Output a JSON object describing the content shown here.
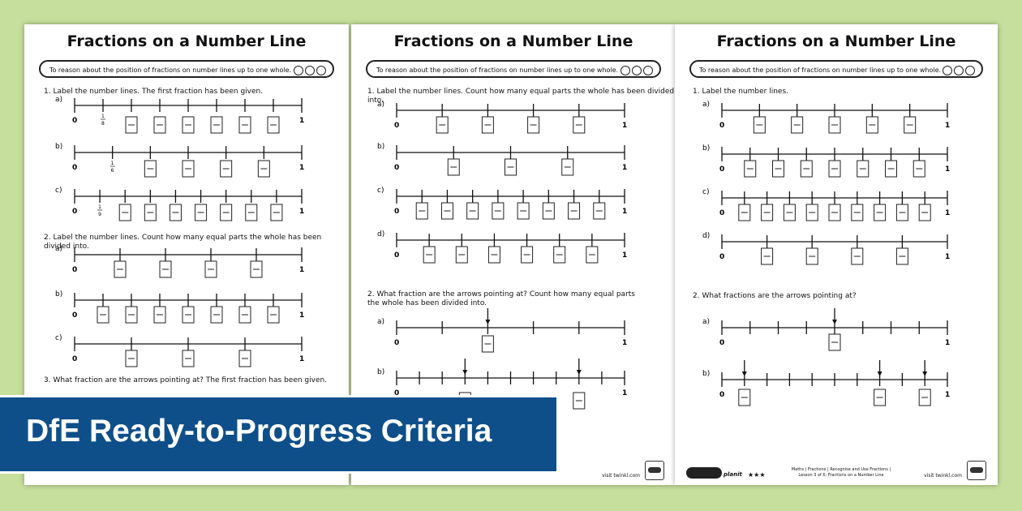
{
  "sheet1": {
    "title": "Fractions on a Number Line",
    "objective": "To reason about the position of fractions on number lines up to one whole.",
    "q1": "1.  Label the number lines. The first fraction has been given.",
    "q2": "2.  Label the number lines. Count how many equal parts the whole has been divided into.",
    "q3": "3.  What fraction are the arrows pointing at? The first fraction has been given.",
    "labels": [
      "a)",
      "b)",
      "c)"
    ],
    "zero": "0",
    "one": "1",
    "given": [
      "1",
      "8",
      "1",
      "6",
      "1",
      "9"
    ]
  },
  "sheet2": {
    "title": "Fractions on a Number Line",
    "objective": "To reason about the position of fractions on number lines up to one whole.",
    "q1": "1.  Label the number lines. Count how many equal parts the whole has been divided into.",
    "q2": "2.  What fraction are the arrows pointing at? Count how many equal parts the whole has been divided into.",
    "labels": [
      "a)",
      "b)",
      "c)",
      "d)"
    ],
    "zero": "0",
    "one": "1",
    "footer_url": "visit twinkl.com"
  },
  "sheet3": {
    "title": "Fractions on a Number Line",
    "objective": "To reason about the position of fractions on number lines up to one whole.",
    "q1": "1.  Label the number lines.",
    "q2": "2.  What fractions are the arrows pointing at?",
    "labels": [
      "a)",
      "b)",
      "c)",
      "d)"
    ],
    "zero": "0",
    "one": "1",
    "planit": "planit",
    "stars": "★★★",
    "lesson_line1": "Maths | Fractions | Recognise and Use Fractions |",
    "lesson_line2": "Lesson 3 of 6: Fractions on a Number Line",
    "footer_url": "visit twinkl.com"
  },
  "banner": {
    "text": "DfE Ready-to-Progress Criteria",
    "color": "#0e4f8a"
  },
  "colors": {
    "background": "#c6df9c",
    "ink": "#111111"
  }
}
